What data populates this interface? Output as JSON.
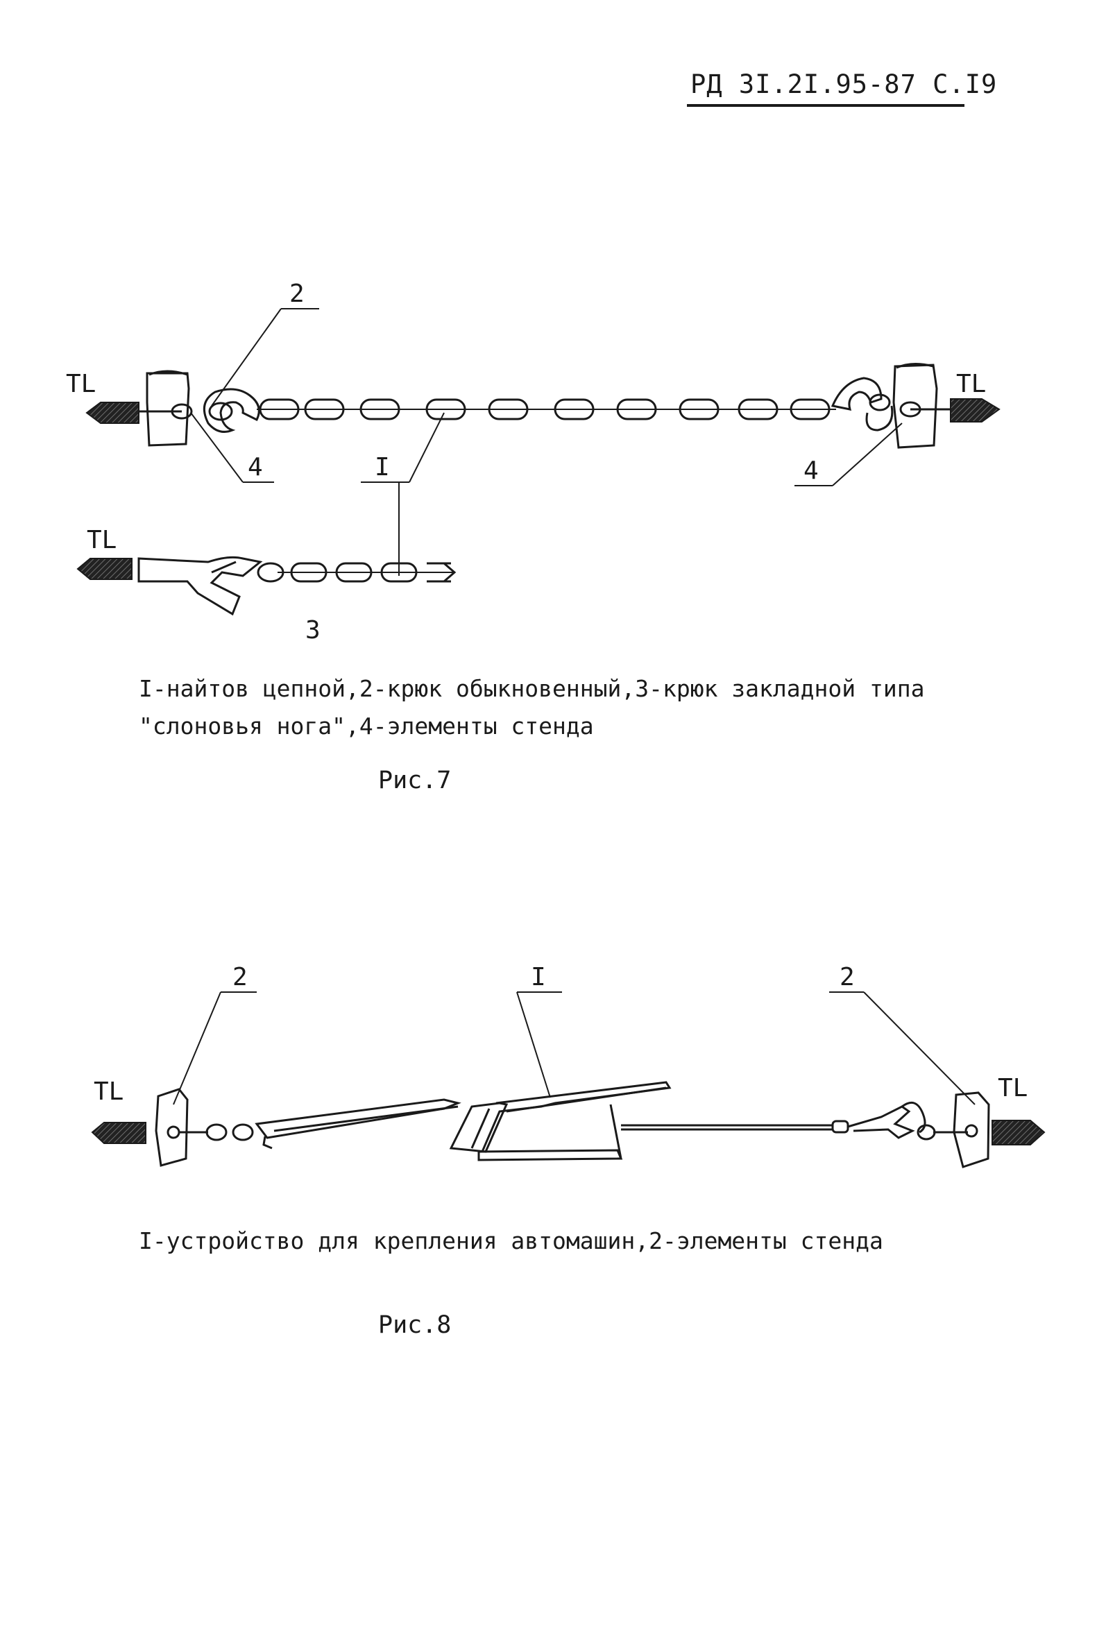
{
  "header": {
    "doc_ref": "РД 3I.2I.95-87 С.I9"
  },
  "figure7": {
    "labels": {
      "l1": "I",
      "l2": "2",
      "l3": "3",
      "l4a": "4",
      "l4b": "4",
      "tl_left": "TL",
      "tl_right": "TL",
      "tl_bottom": "TL"
    },
    "caption_line1": "I-найтов цепной,2-крюк обыкновенный,3-крюк закладной типа",
    "caption_line2": "\"слоновья нога\",4-элементы стенда",
    "title": "Рис.7"
  },
  "figure8": {
    "labels": {
      "l1": "I",
      "l2a": "2",
      "l2b": "2",
      "tl_left": "TL",
      "tl_right": "TL"
    },
    "caption": "I-устройство для крепления автомашин,2-элементы стенда",
    "title": "Рис.8"
  }
}
